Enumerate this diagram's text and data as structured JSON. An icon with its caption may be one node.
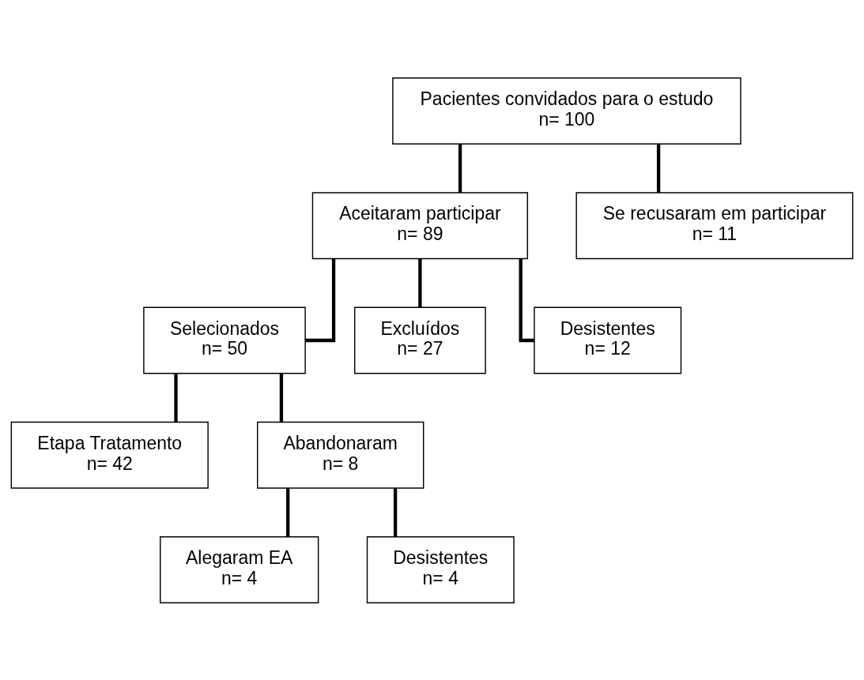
{
  "diagram": {
    "nodes": [
      {
        "text": [
          "Pacientes convidados para o estudo",
          "n= 100"
        ]
      },
      {
        "text": [
          "Aceitaram participar",
          "n= 89"
        ]
      },
      {
        "text": [
          "Se recusaram em participar",
          "n= 11"
        ]
      },
      {
        "text": [
          "Selecionados",
          "n= 50"
        ]
      },
      {
        "text": [
          "Excluídos",
          "n= 27"
        ]
      },
      {
        "text": [
          "Desistentes",
          "n= 12"
        ]
      },
      {
        "text": [
          "Etapa Tratamento",
          "n= 42"
        ]
      },
      {
        "text": [
          "Abandonaram",
          "n= 8"
        ]
      },
      {
        "text": [
          "Alegaram EA",
          "n= 4"
        ]
      },
      {
        "text": [
          "Desistentes",
          "n= 4"
        ]
      }
    ],
    "edges": [
      {
        "from": 0,
        "to": 1,
        "arrow": "none"
      },
      {
        "from": 0,
        "to": 2,
        "arrow": "none"
      },
      {
        "from": 1,
        "to": 3,
        "arrow": "none"
      },
      {
        "from": 1,
        "to": 4,
        "arrow": "none"
      },
      {
        "from": 1,
        "to": 5,
        "arrow": "none"
      },
      {
        "from": 3,
        "to": 6,
        "arrow": "none"
      },
      {
        "from": 3,
        "to": 7,
        "arrow": "none"
      },
      {
        "from": 7,
        "to": 8,
        "arrow": "none"
      },
      {
        "from": 7,
        "to": 9,
        "arrow": "none"
      }
    ]
  }
}
